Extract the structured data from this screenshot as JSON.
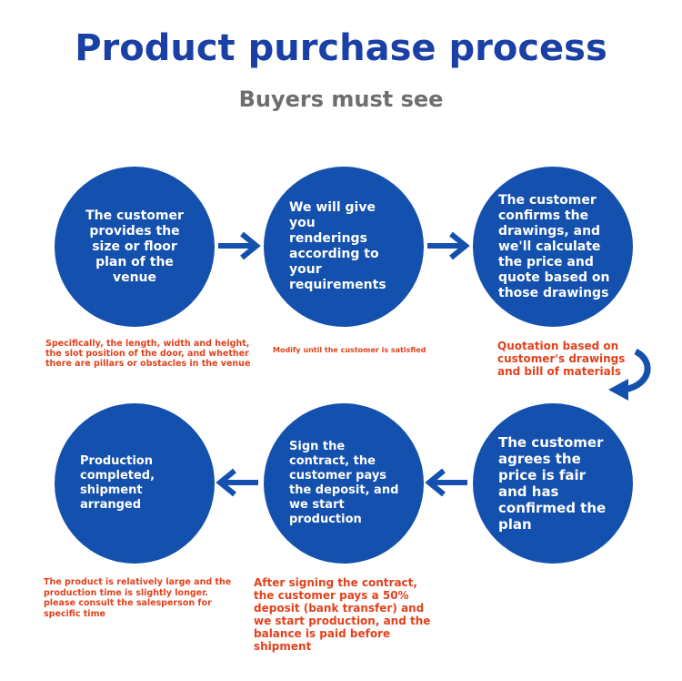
{
  "title": "Product purchase process",
  "subtitle": "Buyers must see",
  "steps": [
    {
      "text": "The customer provides the size or floor plan of the venue",
      "note": "Specifically, the length, width and height, the slot position of the door, and whether there are pillars or obstacles in the venue"
    },
    {
      "text": "We will give you renderings according to your requirements",
      "note": "Modify until the customer is satisfied"
    },
    {
      "text": "The customer confirms the drawings, and we'll calculate the price and quote based on those drawings",
      "note": "Quotation based on customer's drawings and bill of materials"
    },
    {
      "text": "The customer agrees the price is fair and has confirmed the plan"
    },
    {
      "text": "Sign the contract, the customer pays the deposit, and we start production",
      "note": "After signing the contract, the customer pays a 50% deposit (bank transfer) and we start production, and the balance is paid before shipment"
    },
    {
      "text": "Production completed, shipment arranged",
      "note": "The product is relatively large and the production time is slightly longer. please consult the salesperson for specific time"
    }
  ],
  "colors": {
    "circle": "#1450ad",
    "title": "#1a3fa5",
    "note": "#e2411b"
  }
}
